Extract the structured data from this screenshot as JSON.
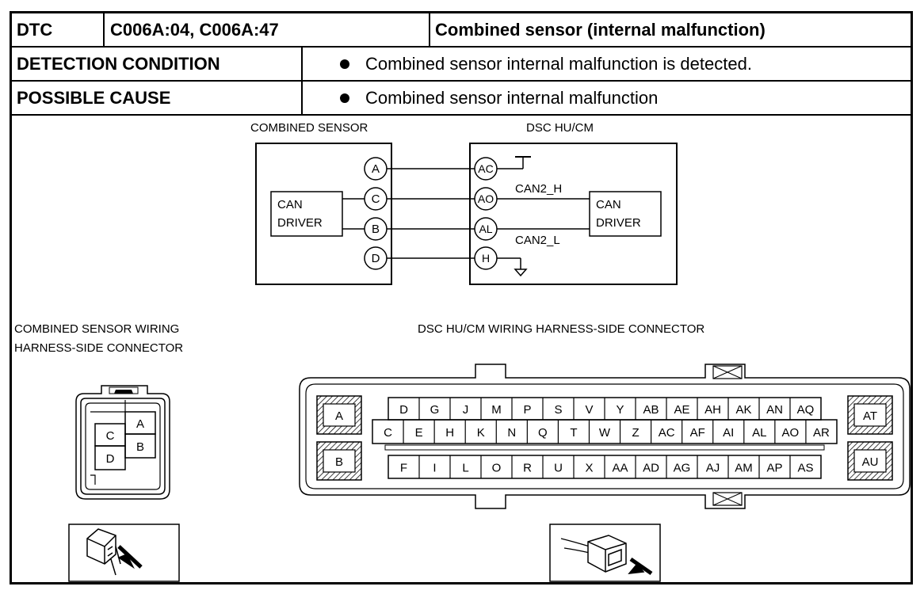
{
  "header": {
    "dtc_label": "DTC",
    "dtc_codes": "C006A:04, C006A:47",
    "dtc_title": "Combined sensor (internal malfunction)"
  },
  "detection": {
    "label": "DETECTION CONDITION",
    "text": "Combined sensor internal malfunction is detected."
  },
  "cause": {
    "label": "POSSIBLE CAUSE",
    "text": "Combined sensor internal malfunction"
  },
  "circuit": {
    "sensor_title": "COMBINED SENSOR",
    "module_title": "DSC HU/CM",
    "sensor_driver": [
      "CAN",
      "DRIVER"
    ],
    "module_driver": [
      "CAN",
      "DRIVER"
    ],
    "sensor_pins": [
      "A",
      "C",
      "B",
      "D"
    ],
    "module_pins": [
      "AC",
      "AO",
      "AL",
      "H"
    ],
    "can_high": "CAN2_H",
    "can_low": "CAN2_L"
  },
  "sensor_connector": {
    "title_line1": "COMBINED SENSOR WIRING",
    "title_line2": "HARNESS-SIDE CONNECTOR",
    "pins": [
      "A",
      "B",
      "C",
      "D"
    ]
  },
  "module_connector": {
    "title": "DSC HU/CM WIRING HARNESS-SIDE CONNECTOR",
    "left_pins": [
      "A",
      "B"
    ],
    "right_pins": [
      "AT",
      "AU"
    ],
    "row1": [
      "D",
      "G",
      "J",
      "M",
      "P",
      "S",
      "V",
      "Y",
      "AB",
      "AE",
      "AH",
      "AK",
      "AN",
      "AQ"
    ],
    "row2": [
      "C",
      "E",
      "H",
      "K",
      "N",
      "Q",
      "T",
      "W",
      "Z",
      "AC",
      "AF",
      "AI",
      "AL",
      "AO",
      "AR"
    ],
    "row3": [
      "F",
      "I",
      "L",
      "O",
      "R",
      "U",
      "X",
      "AA",
      "AD",
      "AG",
      "AJ",
      "AM",
      "AP",
      "AS"
    ]
  }
}
